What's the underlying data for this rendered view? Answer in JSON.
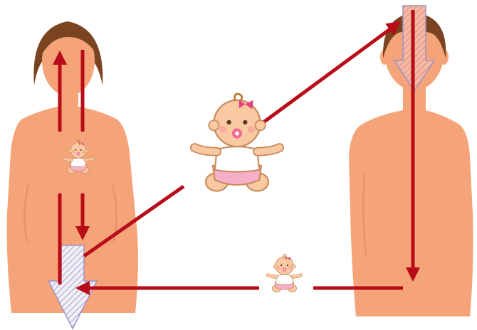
{
  "diagram": {
    "colors": {
      "background": "#ffffff",
      "skin": "#f5a47a",
      "skin_shadow": "#e8946a",
      "hair": "#7a4420",
      "arrow": "#b80d18",
      "hatch_fill": "#f2eef5",
      "hatch_stroke": "#9a92c8",
      "baby_skin": "#f9c9a2",
      "baby_outline": "#c98a5c",
      "diaper": "#f5b0c8",
      "shirt": "#ffffff",
      "bow": "#e8407a",
      "pacifier": "#f06a9a"
    },
    "figures": [
      {
        "name": "female-figure",
        "hair": "bob"
      },
      {
        "name": "male-figure",
        "hair": "short"
      }
    ],
    "babies": [
      {
        "name": "baby-in-womb",
        "size": "small"
      },
      {
        "name": "baby-large-center",
        "size": "large"
      },
      {
        "name": "baby-small-bottom",
        "size": "small"
      }
    ],
    "flow": [
      "female-head-to-womb",
      "womb-to-male-head",
      "male-head-to-male-base",
      "male-base-to-female-base"
    ]
  }
}
